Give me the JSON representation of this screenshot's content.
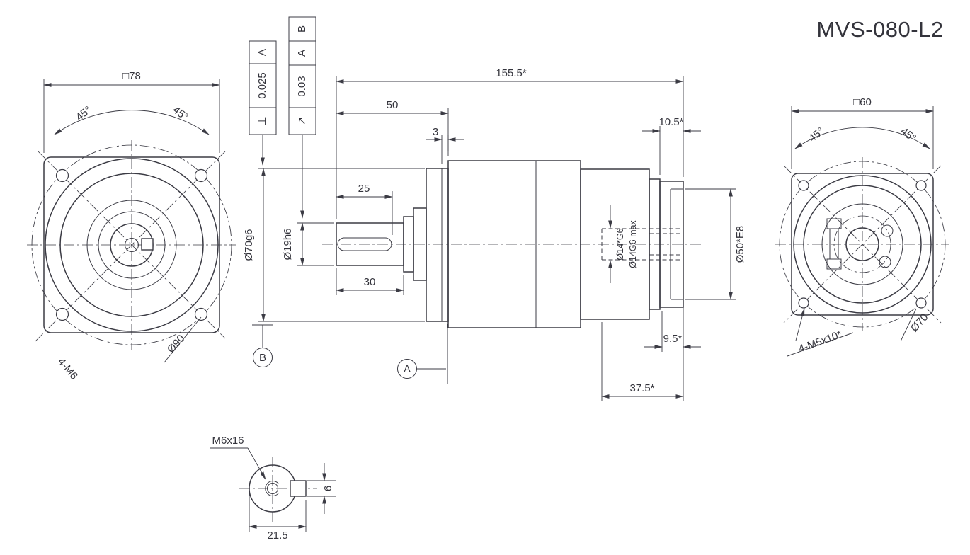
{
  "title": "MVS-080-L2",
  "colors": {
    "accent": "#4ba6c9",
    "line": "#3b3b44"
  },
  "front_view": {
    "width": "□78",
    "angle_left": "45°",
    "angle_right": "45°",
    "holes": "4-M6",
    "bolt_circle": "Ø90"
  },
  "tolerance": {
    "frame1": {
      "symbol": "⊥",
      "value": "0.025",
      "datum": "A"
    },
    "frame2": {
      "symbol": "↗",
      "value": "0.03",
      "datum_primary": "A",
      "datum_secondary": "B"
    },
    "datum_a": "A",
    "datum_b": "B"
  },
  "side_view": {
    "overall_length": "155.5*",
    "shaft_to_flange": "50",
    "flange_lip": "3",
    "keyway_length": "25",
    "shaft_length": "30",
    "rear_step": "10.5*",
    "rear_pilot_depth": "9.5*",
    "rear_section_length": "37.5*",
    "front_pilot_dia": "Ø70g6",
    "shaft_dia": "Ø19h6",
    "input_bore_dia": "Ø14*G6",
    "input_bore_max": "Ø14G6 max",
    "rear_pilot_dia": "Ø50*E8"
  },
  "rear_view": {
    "width": "□60",
    "angle_left": "45°",
    "angle_right": "45°",
    "holes": "4-M5x10*",
    "bolt_circle": "Ø70"
  },
  "detail_view": {
    "thread": "M6x16",
    "key_width": "6",
    "key_offset": "21.5"
  }
}
